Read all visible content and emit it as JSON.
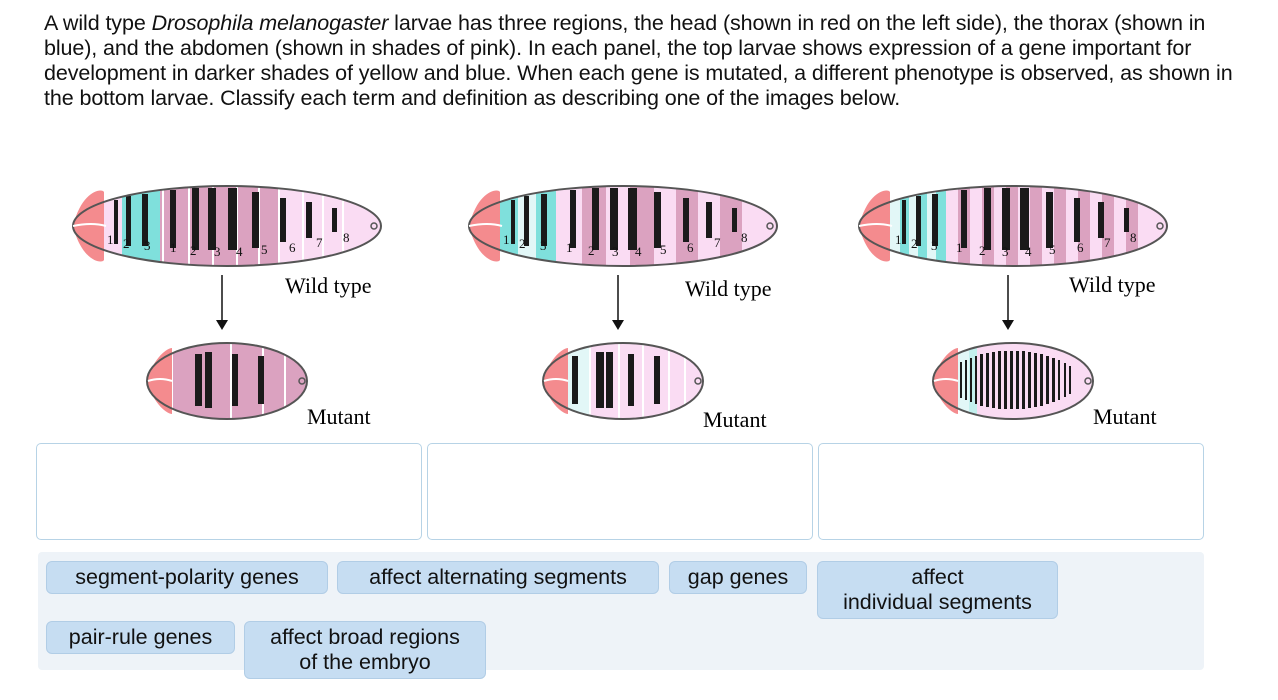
{
  "instructions": {
    "part1": "A wild type ",
    "species": "Drosophila melanogaster",
    "part2": " larvae has three regions, the head (shown in red on the left side), the thorax (shown in blue), and the abdomen (shown in shades of pink). In each panel, the top larvae shows expression of a gene important for development in darker shades of yellow and blue. When each gene is mutated, a different phenotype is observed, as shown in the bottom larvae. Classify each term and definition as describing one of the images below."
  },
  "panels": [
    {
      "wild_label": "Wild type",
      "mutant_label": "Mutant",
      "thorax_numbers": [
        "1",
        "2",
        "3"
      ],
      "abdomen_numbers": [
        "1",
        "2",
        "3",
        "4",
        "5",
        "6",
        "7",
        "8"
      ]
    },
    {
      "wild_label": "Wild type",
      "mutant_label": "Mutant",
      "thorax_numbers": [
        "1",
        "2",
        "3"
      ],
      "abdomen_numbers": [
        "1",
        "2",
        "3",
        "4",
        "5",
        "6",
        "7",
        "8"
      ]
    },
    {
      "wild_label": "Wild type",
      "mutant_label": "Mutant",
      "thorax_numbers": [
        "1",
        "2",
        "3"
      ],
      "abdomen_numbers": [
        "1",
        "2",
        "3",
        "4",
        "5",
        "6",
        "7",
        "8"
      ]
    }
  ],
  "answer_bank": {
    "chips": [
      {
        "text": "segment-polarity genes"
      },
      {
        "text": "affect alternating segments"
      },
      {
        "text": "gap genes"
      },
      {
        "text": "affect",
        "text2": "individual segments"
      },
      {
        "text": "pair-rule genes"
      },
      {
        "text": "affect broad regions",
        "text2": "of the embryo"
      }
    ]
  },
  "colors": {
    "head": "#f48b8e",
    "thorax": "#7fe0dc",
    "thorax_light": "#e2f7f7",
    "abdomen_dark": "#dba2c0",
    "abdomen_light": "#fadcf3",
    "band": "#1a1a1a",
    "outline": "#555555",
    "drop_border": "#b7d3e6",
    "chip_bg": "#c6ddf2",
    "bank_bg": "#eef3f8"
  }
}
